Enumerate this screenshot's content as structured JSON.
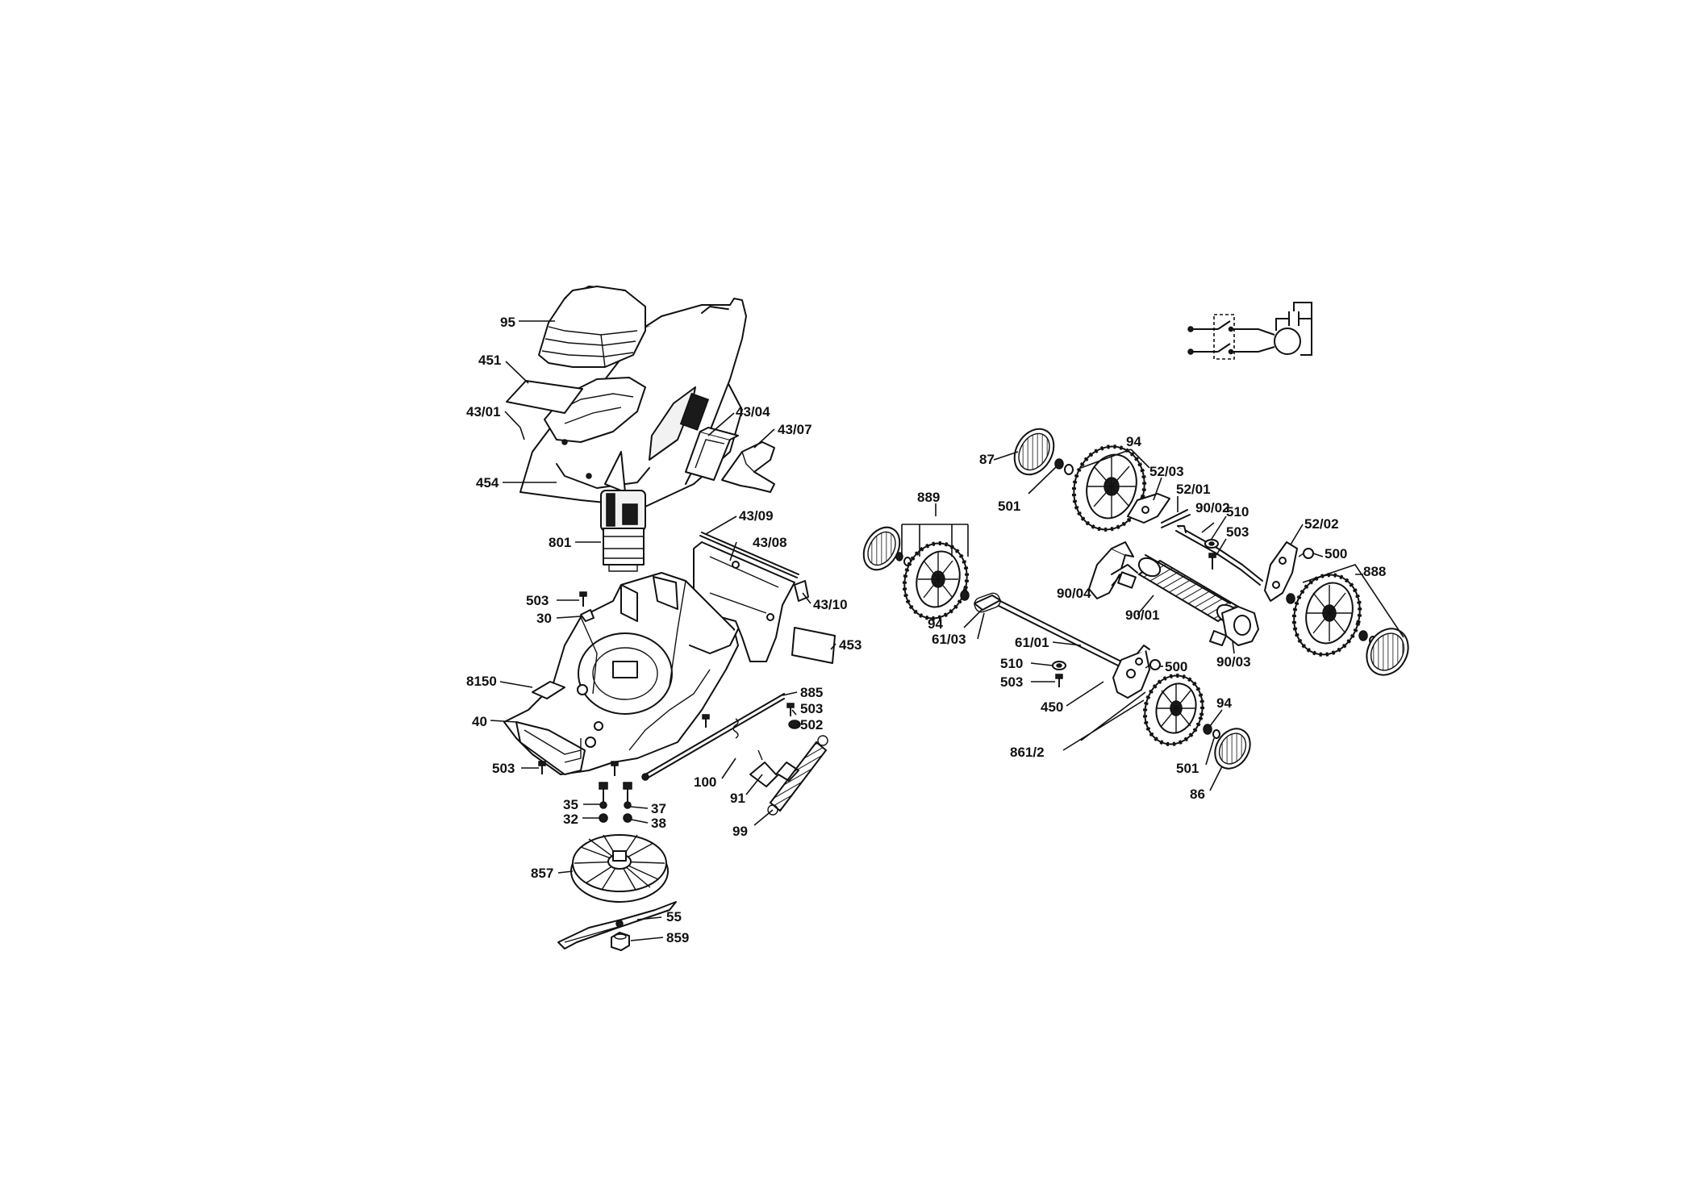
{
  "labels": {
    "l95": "95",
    "l451": "451",
    "l4301": "43/01",
    "l454": "454",
    "l4304": "43/04",
    "l4307": "43/07",
    "l801": "801",
    "l4309": "43/09",
    "l4308": "43/08",
    "l503a": "503",
    "l30": "30",
    "l4310": "43/10",
    "l453": "453",
    "l8150": "8150",
    "l885": "885",
    "l40": "40",
    "l503b": "503",
    "l502": "502",
    "l503c": "503",
    "l100": "100",
    "l91": "91",
    "l35": "35",
    "l32": "32",
    "l37": "37",
    "l38": "38",
    "l99": "99",
    "l857": "857",
    "l55": "55",
    "l859": "859",
    "l87": "87",
    "l94a": "94",
    "l501a": "501",
    "l5203": "52/03",
    "l5201": "52/01",
    "l889": "889",
    "l9002": "90/02",
    "l510a": "510",
    "l503d": "503",
    "l5202": "52/02",
    "l500a": "500",
    "l888": "888",
    "l9004": "90/04",
    "l94b": "94",
    "l6103": "61/03",
    "l9001": "90/01",
    "l6101": "61/01",
    "l9003": "90/03",
    "l510b": "510",
    "l500b": "500",
    "l503e": "503",
    "l450": "450",
    "l94c": "94",
    "l8612": "861/2",
    "l501b": "501",
    "l86": "86"
  }
}
